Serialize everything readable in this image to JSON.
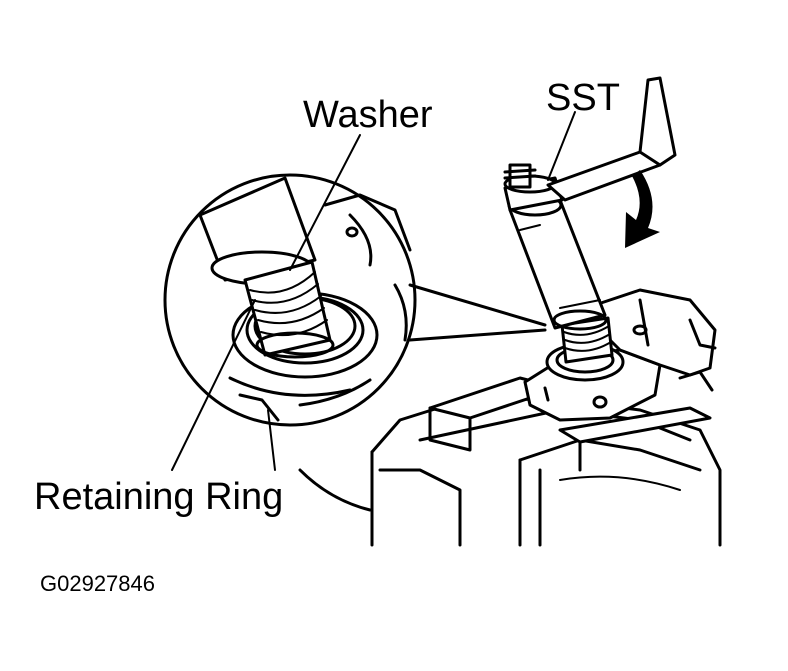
{
  "labels": {
    "washer": "Washer",
    "sst": "SST",
    "retaining_ring": "Retaining Ring",
    "figure_code": "G02927846"
  },
  "colors": {
    "ink": "#000000",
    "paper": "#ffffff"
  },
  "icons": {
    "rotation": "curved-arrow-icon"
  }
}
